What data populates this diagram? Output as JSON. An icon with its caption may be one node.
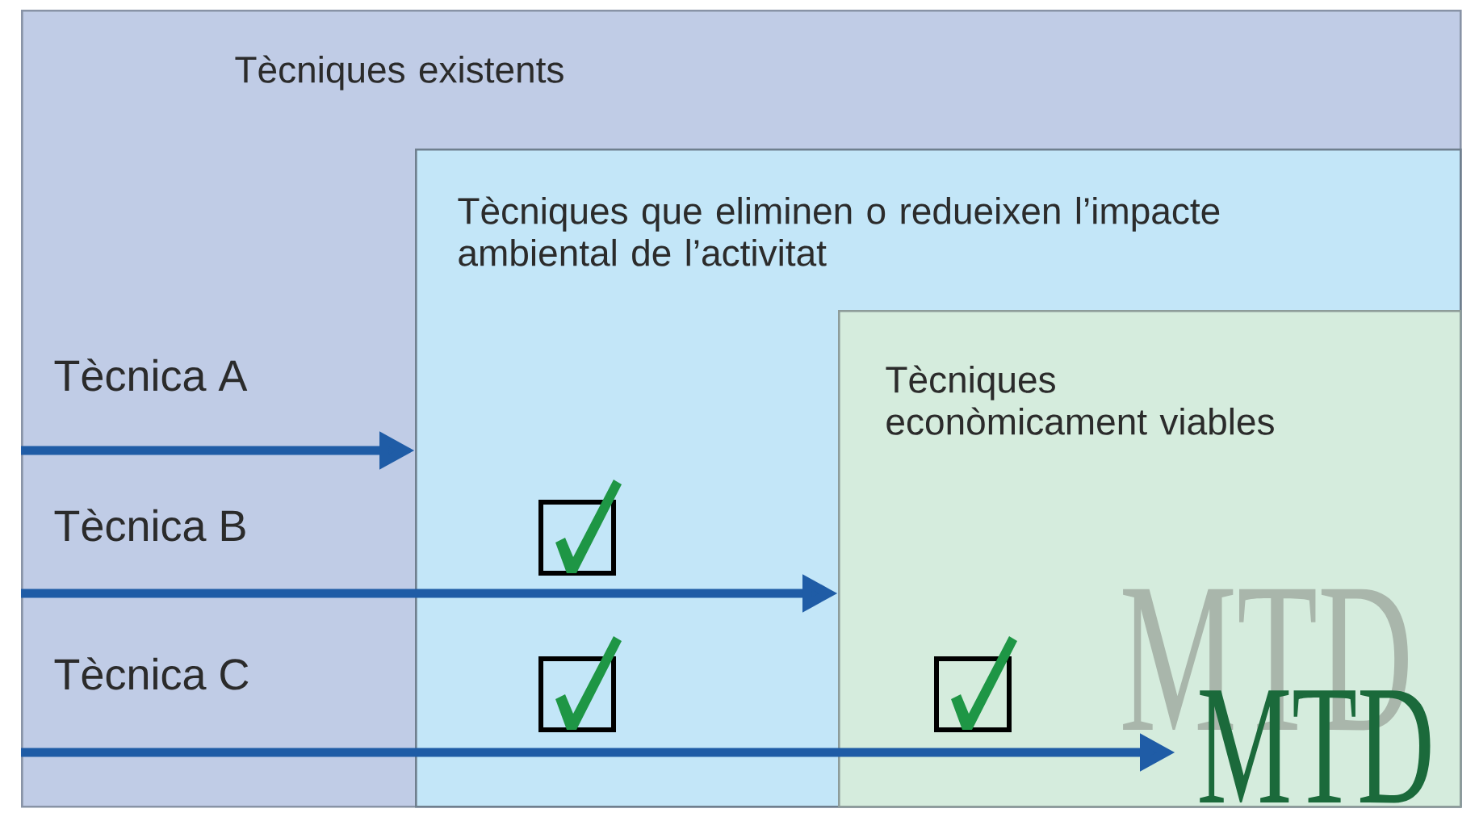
{
  "diagram": {
    "nodes": [
      {
        "text": [
          "Tècniques existents"
        ]
      },
      {
        "text": [
          "Tècniques que eliminen o redueixen l’impacte ambiental de l’activitat"
        ],
        "in": 0
      },
      {
        "text": [
          "Tècniques econòmicament viables"
        ],
        "in": 1
      },
      {
        "text": [
          "MTD"
        ],
        "in": 2
      }
    ],
    "edges": [
      {
        "from": null,
        "to": 1,
        "arrow": "to",
        "label": "Tècnica A"
      },
      {
        "from": null,
        "to": 2,
        "arrow": "to",
        "label": "Tècnica B"
      },
      {
        "from": null,
        "to": 3,
        "arrow": "to",
        "label": "Tècnica C"
      }
    ],
    "labels": [
      "MTD"
    ]
  }
}
